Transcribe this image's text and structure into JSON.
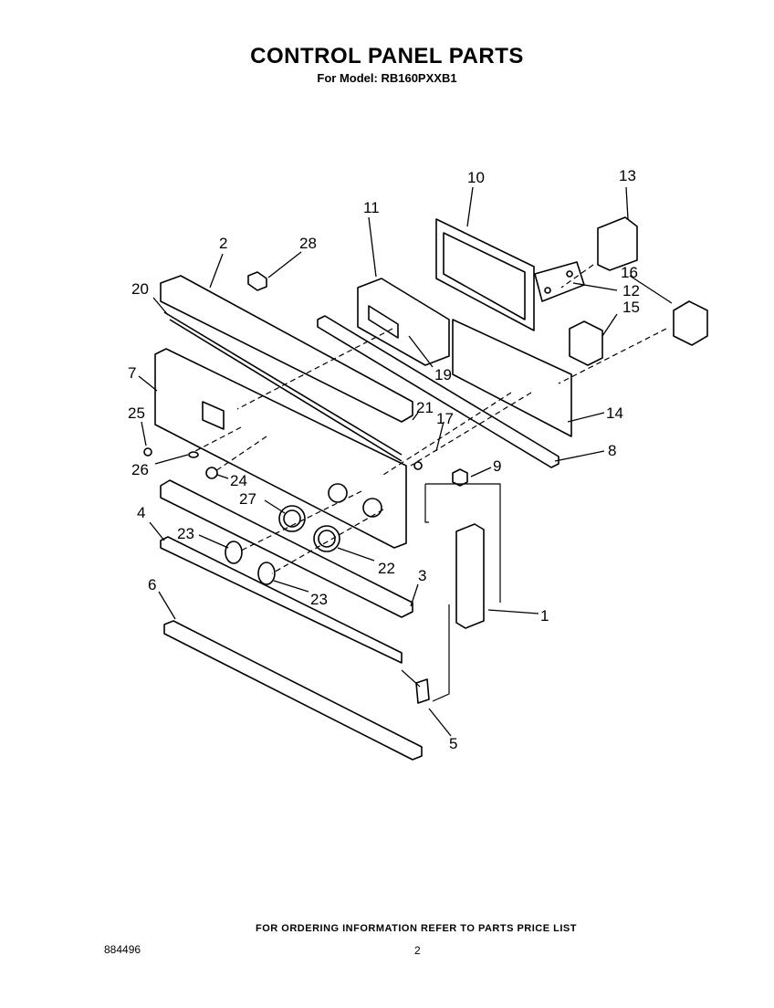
{
  "header": {
    "title": "CONTROL PANEL PARTS",
    "subtitle": "For Model: RB160PXXB1"
  },
  "callouts": [
    "10",
    "13",
    "11",
    "2",
    "28",
    "20",
    "16",
    "12",
    "15",
    "7",
    "19",
    "14",
    "21",
    "17",
    "25",
    "8",
    "26",
    "24",
    "9",
    "27",
    "4",
    "23",
    "22",
    "3",
    "1",
    "6",
    "23",
    "5"
  ],
  "footer": {
    "note": "FOR ORDERING INFORMATION REFER TO PARTS PRICE LIST",
    "doc_number": "884496",
    "page_number": "2"
  }
}
